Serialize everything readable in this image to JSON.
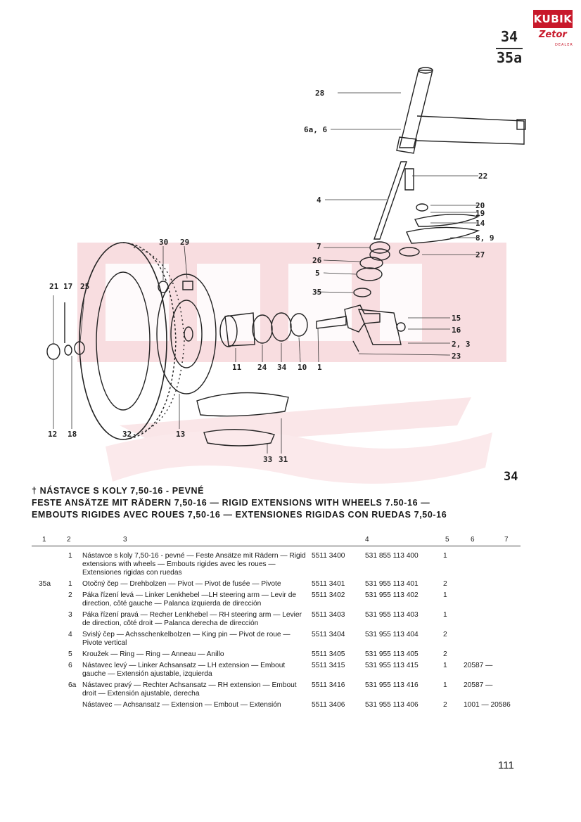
{
  "logo": {
    "top": "KUBIK",
    "bottom": "Zetor",
    "sub": "DEALER"
  },
  "page_refs": [
    "34",
    "35a"
  ],
  "section_number": "34",
  "title": {
    "line1": "† NÁSTAVCE S KOLY 7,50-16 - PEVNÉ",
    "line2": "FESTE ANSÄTZE MIT RÄDERN 7,50-16 — RIGID EXTENSIONS WITH WHEELS 7.50-16 —",
    "line3": "EMBOUTS RIGIDES AVEC ROUES 7,50-16 — EXTENSIONES RIGIDAS CON RUEDAS 7,50-16"
  },
  "callouts": [
    {
      "id": "c28",
      "label": "28"
    },
    {
      "id": "c6a6",
      "label": "6a, 6"
    },
    {
      "id": "c22",
      "label": "22"
    },
    {
      "id": "c4",
      "label": "4"
    },
    {
      "id": "c20",
      "label": "20"
    },
    {
      "id": "c19",
      "label": "19"
    },
    {
      "id": "c14",
      "label": "14"
    },
    {
      "id": "c89",
      "label": "8, 9"
    },
    {
      "id": "c27",
      "label": "27"
    },
    {
      "id": "c7",
      "label": "7"
    },
    {
      "id": "c26",
      "label": "26"
    },
    {
      "id": "c5",
      "label": "5"
    },
    {
      "id": "c35",
      "label": "35"
    },
    {
      "id": "c30",
      "label": "30"
    },
    {
      "id": "c29",
      "label": "29"
    },
    {
      "id": "c21",
      "label": "21"
    },
    {
      "id": "c17",
      "label": "17"
    },
    {
      "id": "c25",
      "label": "25"
    },
    {
      "id": "c15",
      "label": "15"
    },
    {
      "id": "c16",
      "label": "16"
    },
    {
      "id": "c23b",
      "label": "2, 3"
    },
    {
      "id": "c23",
      "label": "23"
    },
    {
      "id": "c11",
      "label": "11"
    },
    {
      "id": "c24",
      "label": "24"
    },
    {
      "id": "c34",
      "label": "34"
    },
    {
      "id": "c10",
      "label": "10"
    },
    {
      "id": "c1",
      "label": "1"
    },
    {
      "id": "c12",
      "label": "12"
    },
    {
      "id": "c18",
      "label": "18"
    },
    {
      "id": "c32",
      "label": "32"
    },
    {
      "id": "c13",
      "label": "13"
    },
    {
      "id": "c33",
      "label": "33"
    },
    {
      "id": "c31",
      "label": "31"
    }
  ],
  "table": {
    "headers": [
      "1",
      "2",
      "3",
      "4",
      "5",
      "6",
      "7"
    ],
    "rows": [
      {
        "c1": "",
        "c2": "1",
        "desc": "Nástavce s koly 7,50-16 - pevné — Feste Ansätze mit Rädern — Rigid extensions with wheels — Embouts rigides avec les roues — Extensiones rigidas con ruedas",
        "code1": "5511 3400",
        "code2": "531 855 113 400",
        "qty": "1",
        "c6": ""
      },
      {
        "c1": "35a",
        "c2": "1",
        "desc": "Otočný čep — Drehbolzen — Pivot — Pivot de fusée — Pivote",
        "code1": "5511 3401",
        "code2": "531 955 113 401",
        "qty": "2",
        "c6": ""
      },
      {
        "c1": "",
        "c2": "2",
        "desc": "Páka řízení levá — Linker Lenkhebel —LH steering arm — Levir de direction, côté gauche — Palanca izquierda de dirección",
        "code1": "5511 3402",
        "code2": "531 955 113 402",
        "qty": "1",
        "c6": ""
      },
      {
        "c1": "",
        "c2": "3",
        "desc": "Páka řízení pravá — Recher Lenkhebel — RH steering arm — Levier de direction, côté droit — Palanca derecha de dirección",
        "code1": "5511 3403",
        "code2": "531 955 113 403",
        "qty": "1",
        "c6": ""
      },
      {
        "c1": "",
        "c2": "4",
        "desc": "Svislý čep — Achsschenkelbolzen — King pin — Pivot de roue — Pivote vertical",
        "code1": "5511 3404",
        "code2": "531 955 113 404",
        "qty": "2",
        "c6": ""
      },
      {
        "c1": "",
        "c2": "5",
        "desc": "Kroužek — Ring — Ring — Anneau — Anillo",
        "code1": "5511 3405",
        "code2": "531 955 113 405",
        "qty": "2",
        "c6": ""
      },
      {
        "c1": "",
        "c2": "6",
        "desc": "Nástavec levý — Linker Achsansatz — LH extension — Embout gauche — Extensión ajustable, izquierda",
        "code1": "5511 3415",
        "code2": "531 955 113 415",
        "qty": "1",
        "c6": "20587 —"
      },
      {
        "c1": "",
        "c2": "6a",
        "desc": "Nástavec pravý — Rechter Achsansatz — RH extension — Embout droit — Extensión ajustable, derecha",
        "code1": "5511 3416",
        "code2": "531 955 113 416",
        "qty": "1",
        "c6": "20587 —"
      },
      {
        "c1": "",
        "c2": "",
        "desc": "Nástavec — Achsansatz — Extension — Embout — Extensión",
        "code1": "5511 3406",
        "code2": "531 955 113 406",
        "qty": "2",
        "c6": "1001 — 20586"
      }
    ]
  },
  "page_number": "111"
}
